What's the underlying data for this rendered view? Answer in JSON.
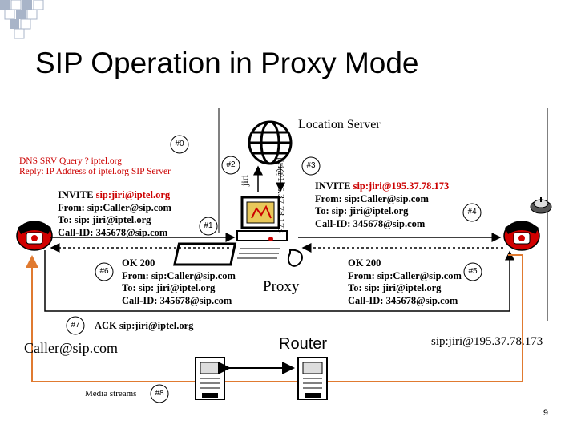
{
  "title": "SIP Operation in Proxy Mode",
  "location_server": "Location Server",
  "proxy": "Proxy",
  "router": "Router",
  "caller": "Caller@sip.com",
  "callee": "sip:jiri@195.37.78.173",
  "vertical_query": "jiri",
  "vertical_reply": "jiri@195.37.78.173",
  "dns": {
    "line1": "DNS SRV Query ? iptel.org",
    "line2": "Reply: IP Address of iptel.org SIP Server"
  },
  "steps": {
    "s0": "#0",
    "s1": "#1",
    "s2": "#2",
    "s3": "#3",
    "s4": "#4",
    "s5": "#5",
    "s6": "#6",
    "s7": "#7",
    "s8": "#8"
  },
  "invite1": {
    "line1_label": "INVITE",
    "line1_value": "sip:jiri@iptel.org",
    "line2": "From: sip:Caller@sip.com",
    "line3": "To: sip: jiri@iptel.org",
    "line4": "Call-ID: 345678@sip.com"
  },
  "invite2": {
    "line1_label": "INVITE",
    "line1_value": "sip:jiri@195.37.78.173",
    "line2": "From: sip:Caller@sip.com",
    "line3": "To: sip: jiri@iptel.org",
    "line4": "Call-ID: 345678@sip.com"
  },
  "ok_left": {
    "line1": "OK 200",
    "line2": "From: sip:Caller@sip.com",
    "line3": "To: sip: jiri@iptel.org",
    "line4": "Call-ID: 345678@sip.com"
  },
  "ok_right": {
    "line1": "OK 200",
    "line2": "From: sip:Caller@sip.com",
    "line3": "To: sip: jiri@iptel.org",
    "line4": "Call-ID: 345678@sip.com"
  },
  "ack": "ACK sip:jiri@iptel.org",
  "media": "Media streams",
  "page_number": "9",
  "colors": {
    "accent": "#cc0000",
    "media_line": "#e07a30",
    "phone": "#d10000",
    "deco": "#a8b4c8"
  }
}
